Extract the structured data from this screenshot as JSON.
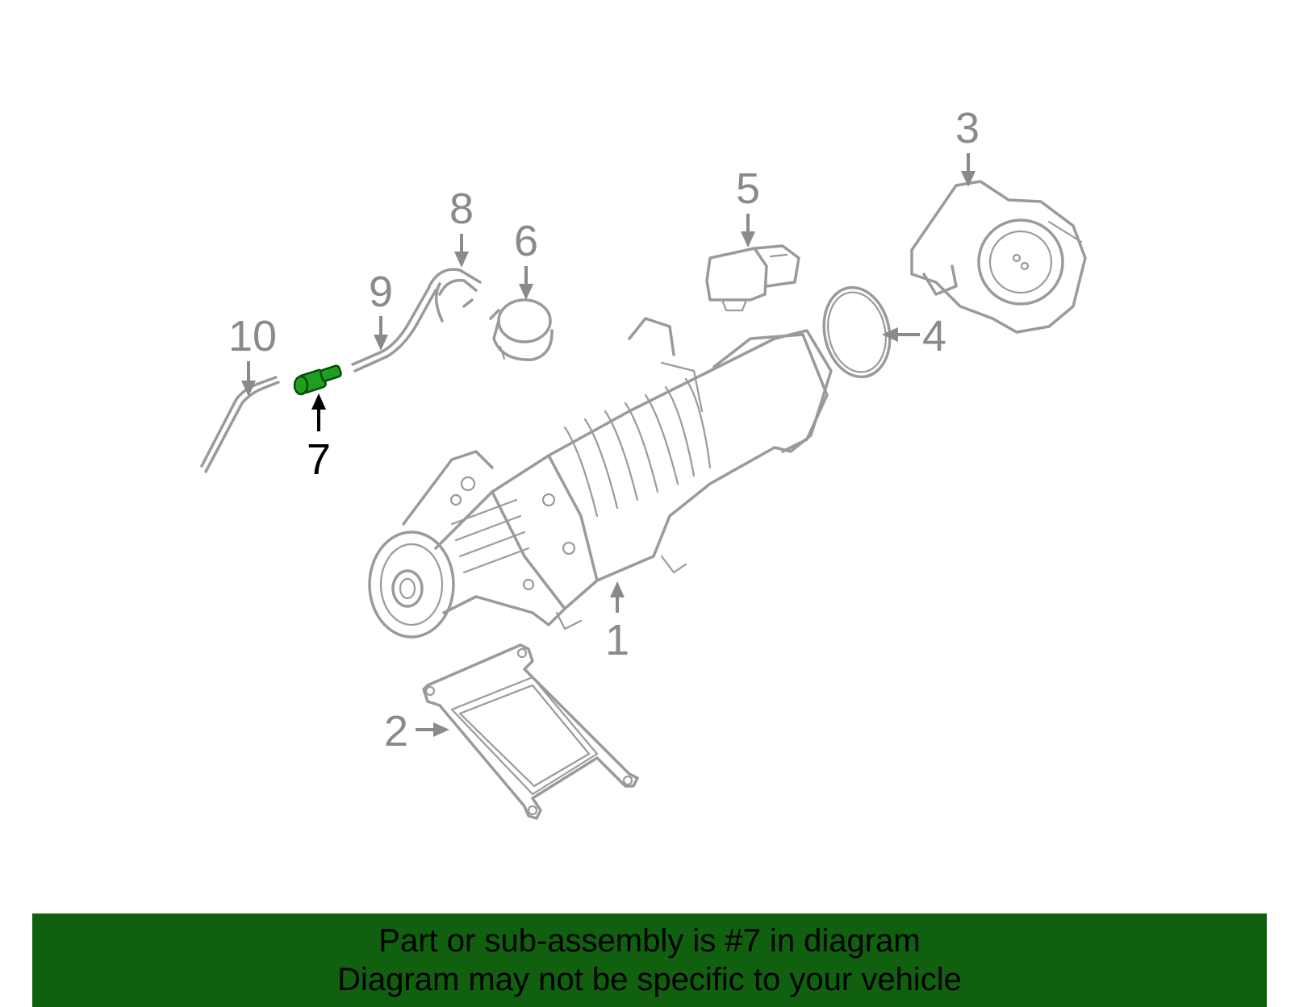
{
  "callouts": {
    "c1": "1",
    "c2": "2",
    "c3": "3",
    "c4": "4",
    "c5": "5",
    "c6": "6",
    "c7": "7",
    "c8": "8",
    "c9": "9",
    "c10": "10"
  },
  "highlight_part": "7",
  "colors": {
    "line_art": "#9a9a9a",
    "highlight_part": "#1f9e1f",
    "banner_bg": "#106010",
    "banner_text": "#000000"
  },
  "banner": {
    "line1": "Part or sub-assembly is #7 in diagram",
    "line2": "Diagram may not be specific to your vehicle"
  }
}
